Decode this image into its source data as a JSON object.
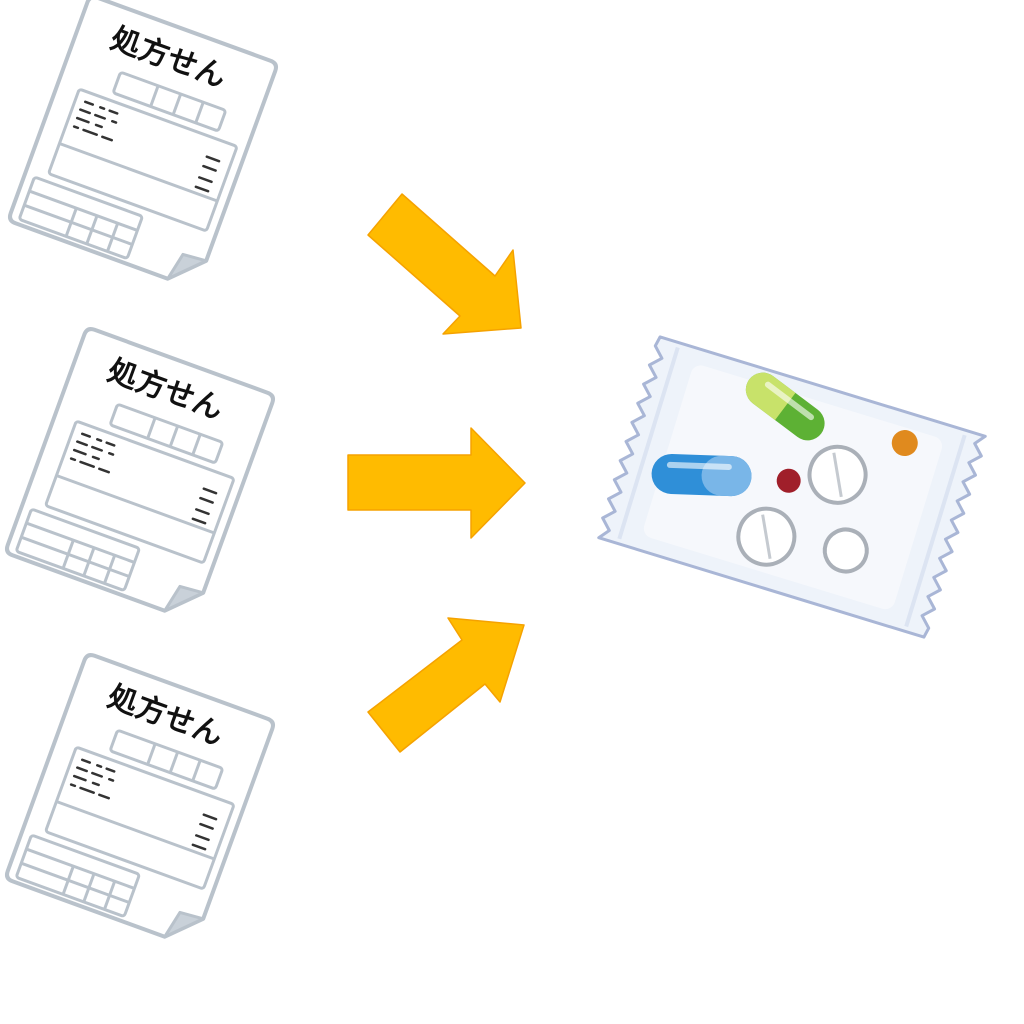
{
  "documents": [
    {
      "title": "処方せん"
    },
    {
      "title": "処方せん"
    },
    {
      "title": "処方せん"
    }
  ],
  "colors": {
    "arrow": "#FFBB00",
    "arrow_stroke": "#F5A200",
    "paper_line": "#B9C2CB",
    "pack_fill": "#EEF3FA",
    "pack_edge": "#A9B6D6",
    "capsule_green": "#5DB134",
    "capsule_blue": "#2F8FD8"
  }
}
